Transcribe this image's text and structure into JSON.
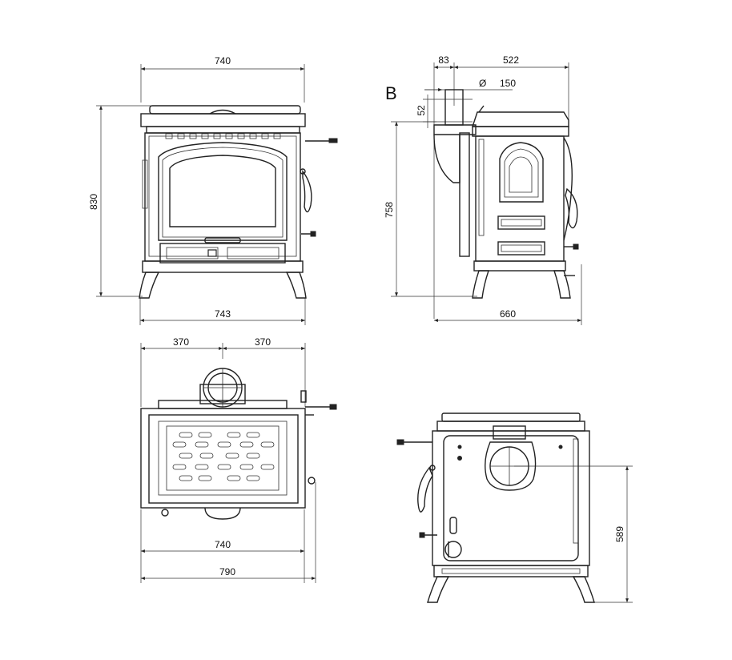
{
  "views": {
    "front": {
      "width_top": "740",
      "width_bottom": "743",
      "height": "830"
    },
    "side": {
      "label": "B",
      "offset": "83",
      "depth_top": "522",
      "flue_diameter_symbol": "Ø",
      "flue_diameter": "150",
      "flue_gap": "52",
      "height": "758",
      "depth_bottom": "660"
    },
    "top": {
      "half_left": "370",
      "half_right": "370",
      "width_inner": "740",
      "width_overall": "790"
    },
    "rear": {
      "outlet_height": "589"
    }
  }
}
